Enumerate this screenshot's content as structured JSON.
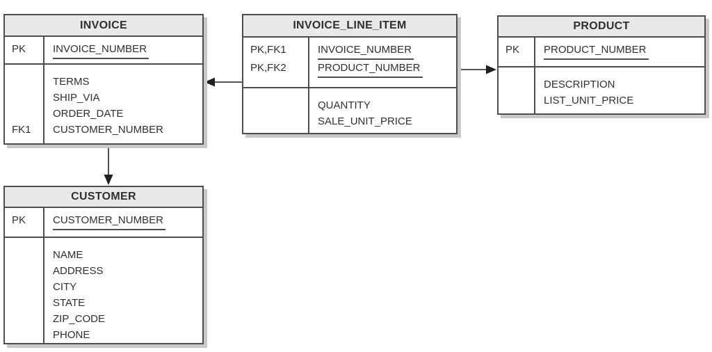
{
  "diagram": {
    "title": "invoice-er-diagram",
    "palette": {
      "header_fill": "#e9e9eb",
      "box_border": "#4d4d4f",
      "text": "#2e2f31",
      "shadow": "#c7c8ca",
      "arrow": "#1f1f21",
      "background": "#ffffff"
    },
    "entities": [
      {
        "name": "INVOICE",
        "pk_section": {
          "keys": [
            "PK"
          ],
          "attrs": [
            "INVOICE_NUMBER"
          ]
        },
        "attr_section": {
          "keys": [
            "",
            "",
            "",
            "FK1"
          ],
          "attrs": [
            "TERMS",
            "SHIP_VIA",
            "ORDER_DATE",
            "CUSTOMER_NUMBER"
          ]
        }
      },
      {
        "name": "INVOICE_LINE_ITEM",
        "pk_section": {
          "keys": [
            "PK,FK1",
            "PK,FK2"
          ],
          "attrs": [
            "INVOICE_NUMBER",
            "PRODUCT_NUMBER"
          ]
        },
        "attr_section": {
          "keys": [
            "",
            ""
          ],
          "attrs": [
            "QUANTITY",
            "SALE_UNIT_PRICE"
          ]
        }
      },
      {
        "name": "PRODUCT",
        "pk_section": {
          "keys": [
            "PK"
          ],
          "attrs": [
            "PRODUCT_NUMBER"
          ]
        },
        "attr_section": {
          "keys": [
            "",
            ""
          ],
          "attrs": [
            "DESCRIPTION",
            "LIST_UNIT_PRICE"
          ]
        }
      },
      {
        "name": "CUSTOMER",
        "pk_section": {
          "keys": [
            "PK"
          ],
          "attrs": [
            "CUSTOMER_NUMBER"
          ]
        },
        "attr_section": {
          "keys": [
            "",
            "",
            "",
            "",
            "",
            ""
          ],
          "attrs": [
            "NAME",
            "ADDRESS",
            "CITY",
            "STATE",
            "ZIP_CODE",
            "PHONE"
          ]
        }
      }
    ],
    "relationships": [
      {
        "from": "INVOICE_LINE_ITEM",
        "to": "INVOICE",
        "arrow_points_to": "INVOICE"
      },
      {
        "from": "INVOICE_LINE_ITEM",
        "to": "PRODUCT",
        "arrow_points_to": "PRODUCT"
      },
      {
        "from": "INVOICE",
        "to": "CUSTOMER",
        "arrow_points_to": "CUSTOMER"
      }
    ]
  }
}
